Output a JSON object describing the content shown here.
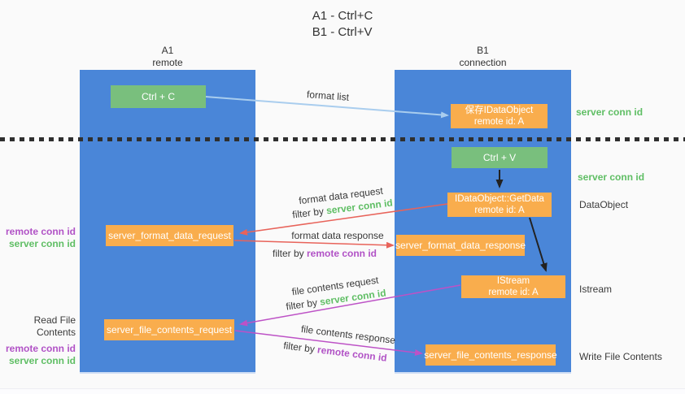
{
  "title": {
    "line1": "A1 - Ctrl+C",
    "line2": "B1 - Ctrl+V"
  },
  "columns": {
    "left": {
      "name": "A1",
      "role": "remote"
    },
    "right": {
      "name": "B1",
      "role": "connection"
    }
  },
  "nodes": {
    "ctrl_c": "Ctrl + C",
    "ctrl_v": "Ctrl + V",
    "save_dataobject": {
      "line1": "保存IDataObject",
      "line2": "remote id: A"
    },
    "getdata": {
      "line1": "IDataObject::GetData",
      "line2": "remote id: A"
    },
    "istream": {
      "line1": "IStream",
      "line2": "remote id: A"
    },
    "format_request": "server_format_data_request",
    "format_response": "server_format_data_response",
    "file_request": "server_file_contents_request",
    "file_response": "server_file_contents_response"
  },
  "arrow_labels": {
    "format_list": "format list",
    "format_data_request": {
      "line1": "format data request",
      "filter_prefix": "filter by ",
      "filter_key": "server conn id"
    },
    "format_data_response": {
      "line1": "format data response",
      "filter_prefix": "filter by ",
      "filter_key": "remote conn id"
    },
    "file_contents_request": {
      "line1": "file contents request",
      "filter_prefix": "filter by ",
      "filter_key": "server conn id"
    },
    "file_contents_response": {
      "line1": "file contents response",
      "filter_prefix": "filter by ",
      "filter_key": "remote conn id"
    }
  },
  "side_labels": {
    "right_server_conn_id_top": "server conn id",
    "right_server_conn_id_mid": "server conn id",
    "dataobject": "DataObject",
    "istream": "Istream",
    "write_file_contents": "Write File Contents",
    "left_remote_conn_id_top": "remote conn id",
    "left_server_conn_id_top": "server conn id",
    "read_file_contents": "Read File Contents",
    "left_remote_conn_id_bottom": "remote conn id",
    "left_server_conn_id_bottom": "server conn id"
  },
  "colors": {
    "column_blue": "#4a86d8",
    "box_green": "#79bf7d",
    "box_orange": "#f9ad4d",
    "label_green": "#5fbe64",
    "label_purple": "#b152c6",
    "arrow_red": "#e8635a",
    "arrow_magenta": "#bd52c6",
    "arrow_lightblue": "#a9cdee",
    "arrow_black": "#222222",
    "text_dark": "#3a3a3a",
    "background": "#fafafa"
  }
}
